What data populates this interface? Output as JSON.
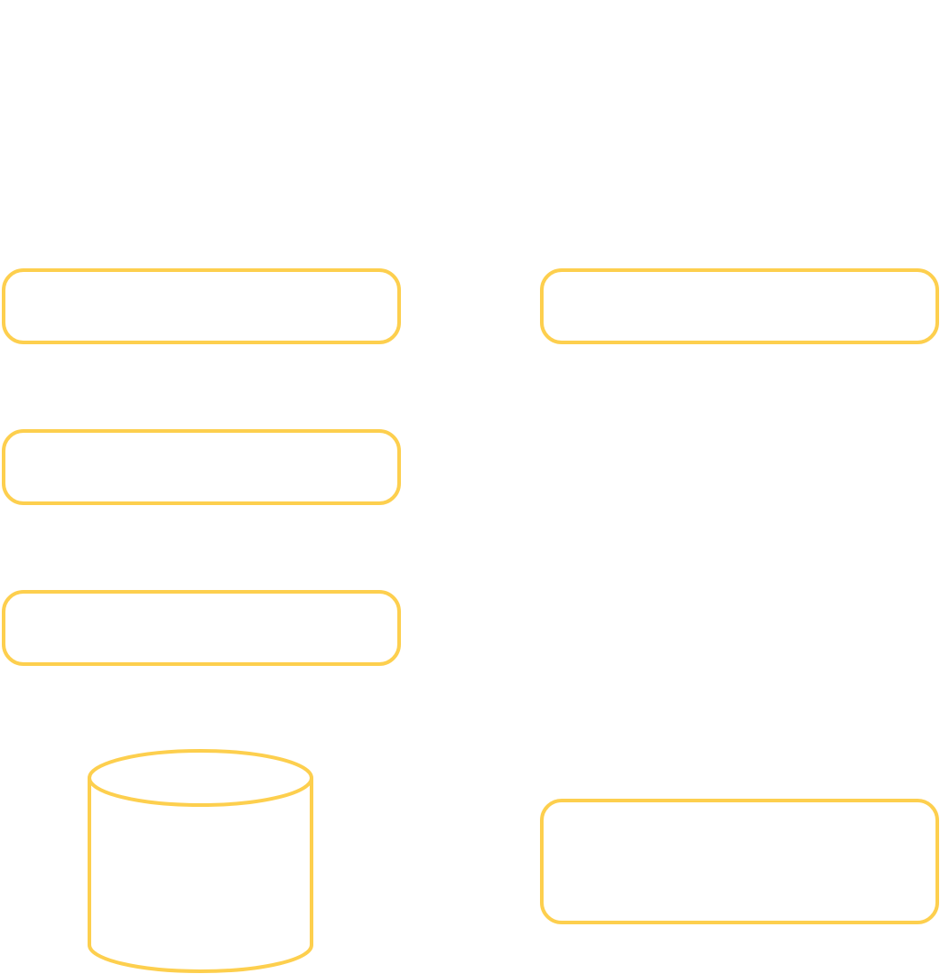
{
  "diagram": {
    "stroke_color": "#FDCF4E",
    "background": "#FFFFFF",
    "nodes": [
      {
        "id": "box-left-1",
        "shape": "rounded-rectangle",
        "label": ""
      },
      {
        "id": "box-right-1",
        "shape": "rounded-rectangle",
        "label": ""
      },
      {
        "id": "box-left-2",
        "shape": "rounded-rectangle",
        "label": ""
      },
      {
        "id": "box-left-3",
        "shape": "rounded-rectangle",
        "label": ""
      },
      {
        "id": "database",
        "shape": "cylinder",
        "label": ""
      },
      {
        "id": "box-right-2",
        "shape": "rounded-rectangle",
        "label": ""
      }
    ]
  }
}
